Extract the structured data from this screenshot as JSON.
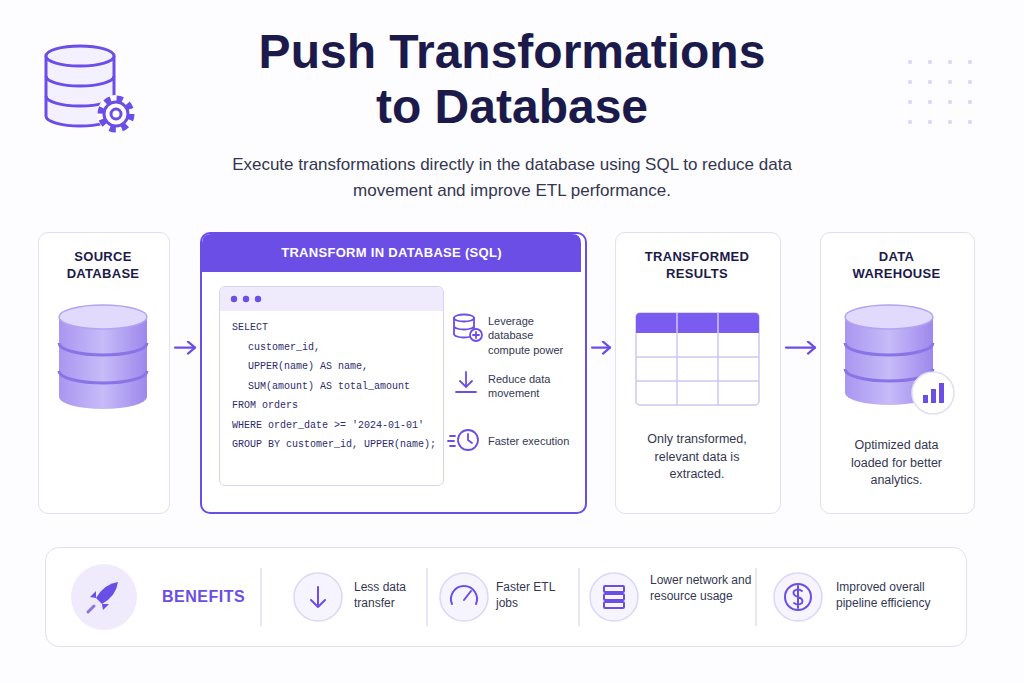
{
  "diagram": {
    "title": "Push Transformations to Database",
    "caption": "Execute transformations directly in the database using SQL to reduce data movement and improve ETL performance.",
    "nodes": [
      {
        "text": [
          "SOURCE DATABASE"
        ]
      },
      {
        "text": [
          "TRANSFORM IN DATABASE (SQL)",
          "Leverage database compute power",
          "Reduce data movement",
          "Faster execution"
        ]
      },
      {
        "text": [
          "SELECT",
          "customer_id,",
          "UPPER(name) AS name,",
          "SUM(amount) AS total_amount",
          "FROM orders",
          "WHERE order_date >= '2024-01-01'",
          "GROUP BY customer_id, UPPER(name);"
        ],
        "in": 1
      },
      {
        "text": [
          "TRANSFORMED RESULTS",
          "Only transformed, relevant data is extracted."
        ]
      },
      {
        "text": [
          "DATA WAREHOUSE",
          "Optimized data loaded for better analytics."
        ]
      },
      {
        "text": [
          "BENEFITS",
          "Less data transfer",
          "Faster ETL jobs",
          "Lower network and resource usage",
          "Improved overall pipeline efficiency"
        ]
      }
    ],
    "edges": [
      {
        "from": 0,
        "to": 1,
        "arrow": "to"
      },
      {
        "from": 1,
        "to": 3,
        "arrow": "to"
      },
      {
        "from": 3,
        "to": 4,
        "arrow": "to"
      }
    ]
  }
}
